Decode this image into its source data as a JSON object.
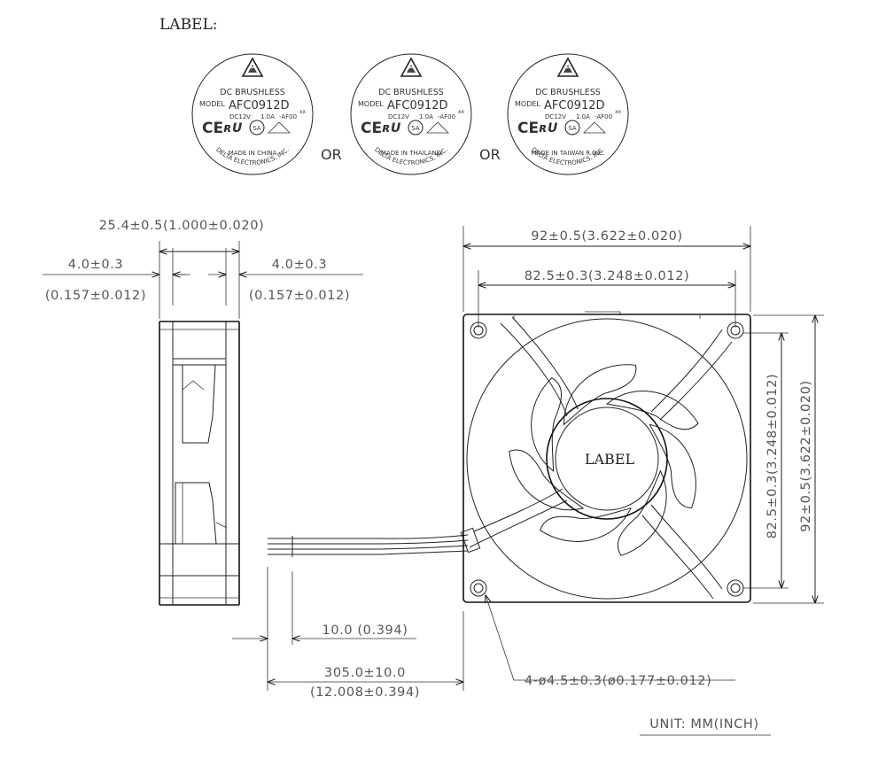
{
  "label_section": {
    "heading": "LABEL:",
    "or_text": "OR",
    "labels": [
      {
        "brand_line": "DC BRUSHLESS",
        "model_prefix": "MODEL",
        "model": "AFC0912D",
        "rating_voltage": "DC12V",
        "rating_current": "1.0A",
        "code": "-AF00",
        "marks": "xx",
        "maker": "DELTA ELECTRONICS, INC.",
        "origin": "MADE IN CHINA"
      },
      {
        "brand_line": "DC BRUSHLESS",
        "model_prefix": "MODEL",
        "model": "AFC0912D",
        "rating_voltage": "DC12V",
        "rating_current": "1.0A",
        "code": "-AF00",
        "marks": "xx",
        "maker": "DELTA ELECTRONICS, INC.",
        "origin": "MADE IN THAILAND"
      },
      {
        "brand_line": "DC BRUSHLESS",
        "model_prefix": "MODEL",
        "model": "AFC0912D",
        "rating_voltage": "DC12V",
        "rating_current": "1.0A",
        "code": "-AF00",
        "marks": "xx",
        "maker": "DELTA ELECTRONICS, INC.",
        "origin": "MADE IN TAIWAN R.O.C."
      }
    ]
  },
  "side_view": {
    "overall_thickness": "25.4±0.5(1.000±0.020)",
    "left_flange": "4.0±0.3",
    "left_flange_inch": "(0.157±0.012)",
    "right_flange": "4.0±0.3",
    "right_flange_inch": "(0.157±0.012)"
  },
  "front_view": {
    "width": "92±0.5(3.622±0.020)",
    "hole_spacing_h": "82.5±0.3(3.248±0.012)",
    "hole_spacing_v": "82.5±0.3(3.248±0.012)",
    "height": "92±0.5(3.622±0.020)",
    "hub_label": "LABEL",
    "mounting_holes": "4-ø4.5±0.3(ø0.177±0.012)"
  },
  "lead_wire": {
    "strip_length": "10.0  (0.394)",
    "length": "305.0±10.0",
    "length_inch": "(12.008±0.394)"
  },
  "unit_note": "UNIT: MM(INCH)"
}
